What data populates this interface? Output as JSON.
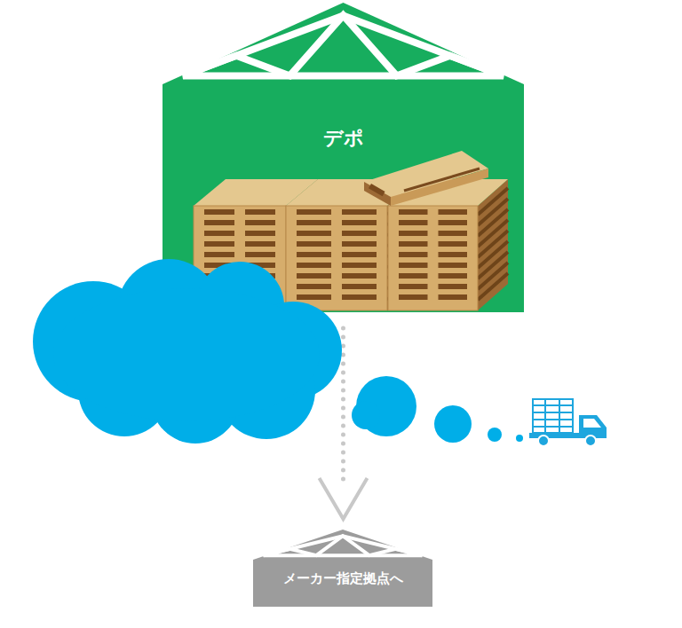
{
  "diagram": {
    "nodes": [
      {
        "text": [
          "デポ"
        ]
      },
      {
        "text": [
          "メーカー指定拠点へ"
        ]
      }
    ],
    "edges": [
      {
        "from": 0,
        "to": 1,
        "arrow": "to"
      }
    ]
  }
}
